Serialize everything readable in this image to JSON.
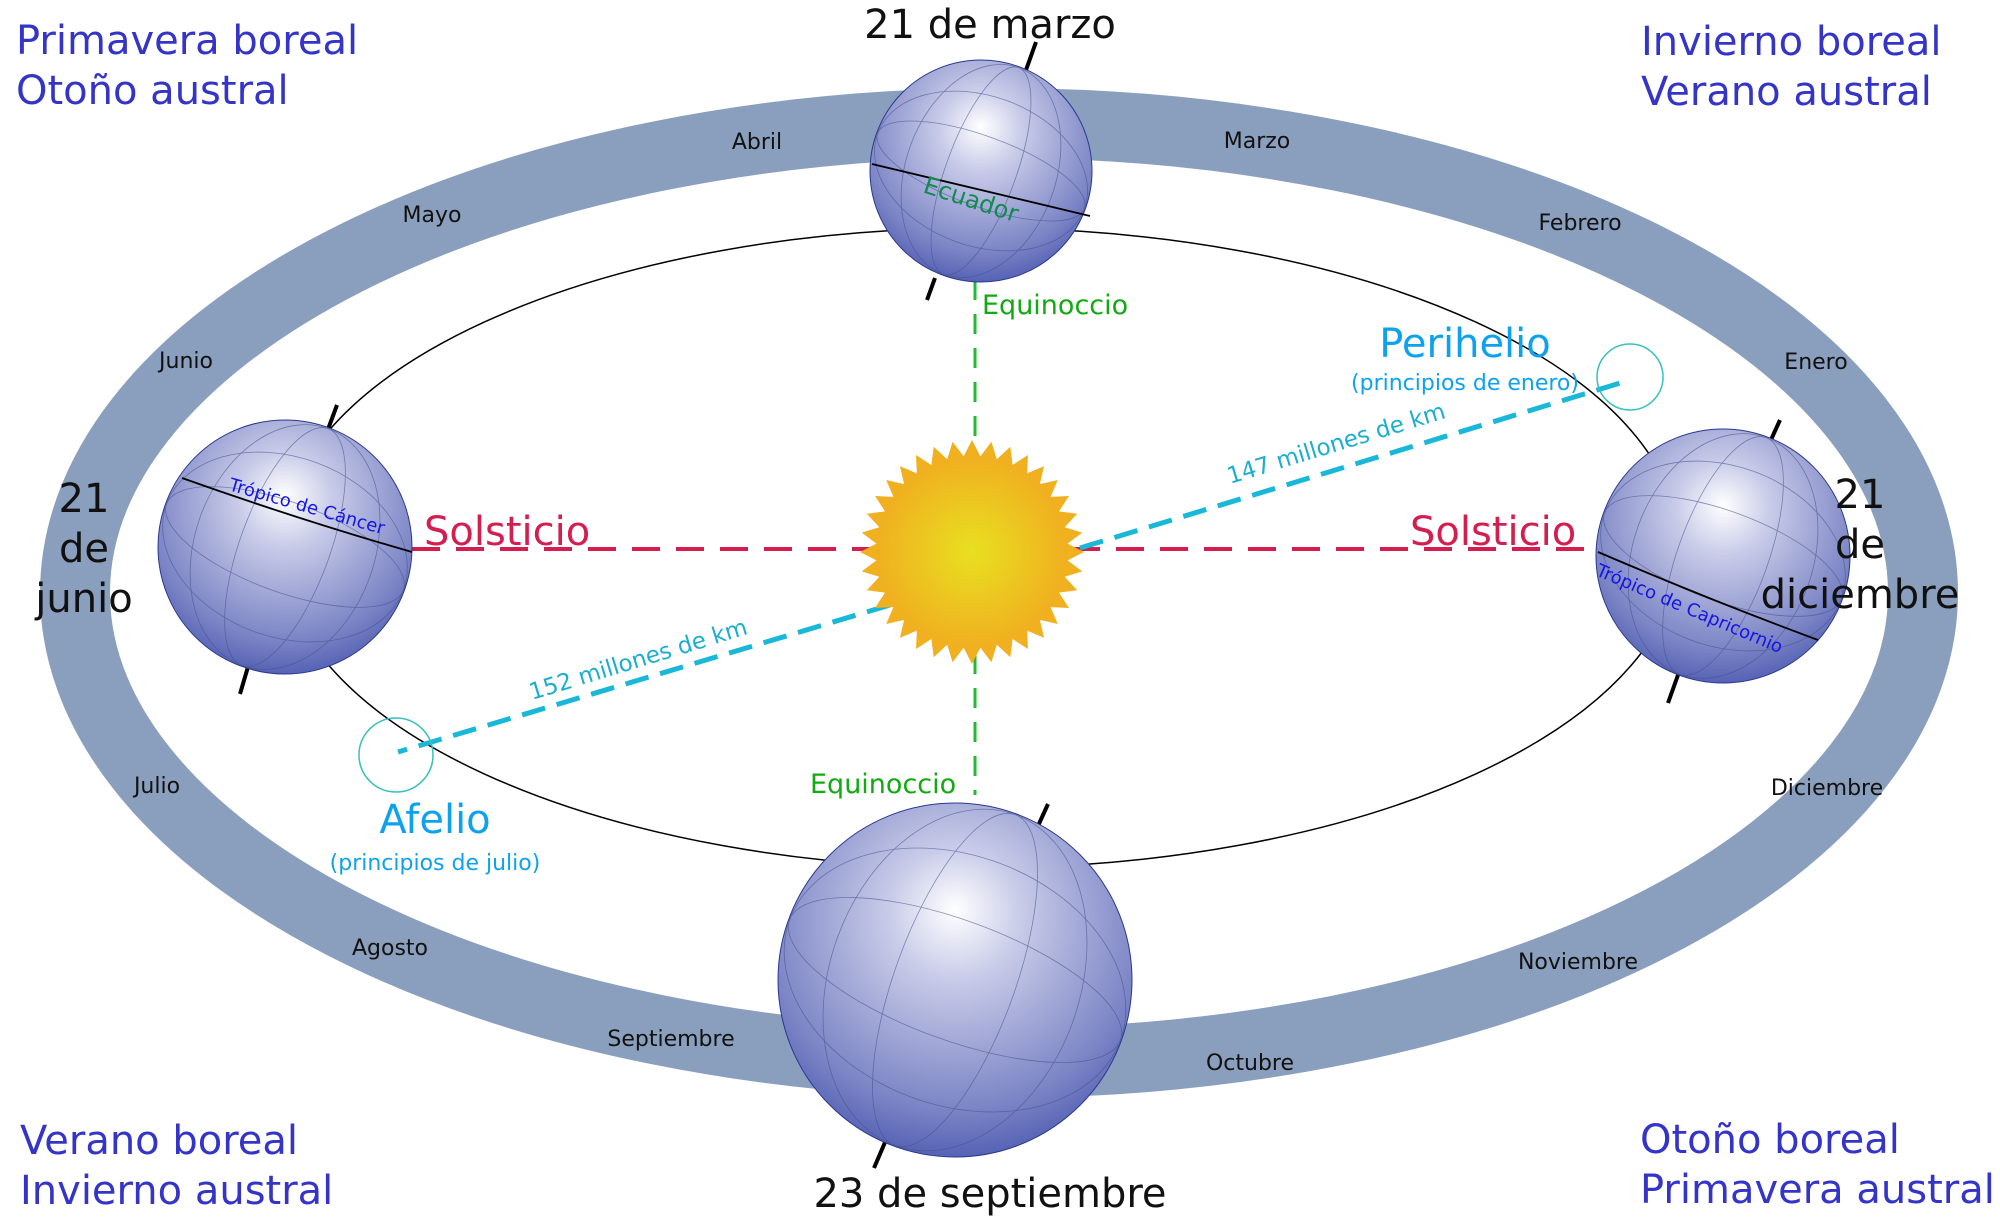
{
  "seasons": {
    "top_left": [
      "Primavera boreal",
      "Otoño austral"
    ],
    "top_right": [
      "Invierno boreal",
      "Verano austral"
    ],
    "bottom_left": [
      "Verano boreal",
      "Invierno austral"
    ],
    "bottom_right": [
      "Otoño boreal",
      "Primavera austral"
    ]
  },
  "dates": {
    "top": "21 de marzo",
    "bottom": "23 de septiembre",
    "left": [
      "21",
      "de",
      "junio"
    ],
    "right": [
      "21",
      "de",
      "diciembre"
    ]
  },
  "months": [
    "Enero",
    "Febrero",
    "Marzo",
    "Abril",
    "Mayo",
    "Junio",
    "Julio",
    "Agosto",
    "Septiembre",
    "Octubre",
    "Noviembre",
    "Diciembre"
  ],
  "labels": {
    "solstice": "Solsticio",
    "equinox": "Equinoccio",
    "perihelion": "Perihelio",
    "perihelion_sub": "(principios de enero)",
    "aphelion": "Afelio",
    "aphelion_sub": "(principios de julio)",
    "perihelion_distance": "147 millones de km",
    "aphelion_distance": "152 millones de km",
    "equator": "Ecuador",
    "tropic_cancer": "Trópico de Cáncer",
    "tropic_capricorn": "Trópico de Capricornio"
  },
  "colors": {
    "orbit_band": "#8a9fbd",
    "season_text": "#3434c8",
    "solstice": "#d41e50",
    "equinox": "#11aa11",
    "apsis": "#0ea2ee",
    "distance_line": "#1ab8d8",
    "sun_core": "#e8e020",
    "sun_edge": "#f0b020",
    "earth_light": "#ffffff",
    "earth_dark": "#3a4aa8"
  }
}
